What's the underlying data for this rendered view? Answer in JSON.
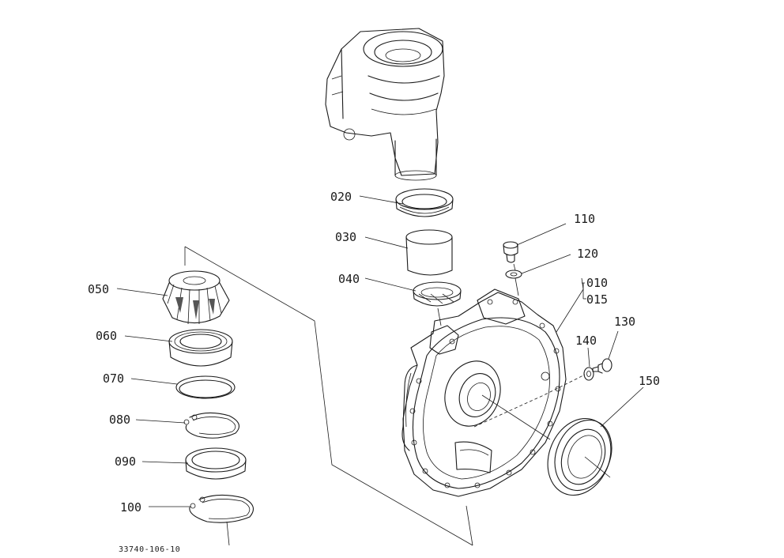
{
  "parts": [
    {
      "id": "p010",
      "label": "010"
    },
    {
      "id": "p015",
      "label": "015"
    },
    {
      "id": "p020",
      "label": "020"
    },
    {
      "id": "p030",
      "label": "030"
    },
    {
      "id": "p040",
      "label": "040"
    },
    {
      "id": "p050",
      "label": "050"
    },
    {
      "id": "p060",
      "label": "060"
    },
    {
      "id": "p070",
      "label": "070"
    },
    {
      "id": "p080",
      "label": "080"
    },
    {
      "id": "p090",
      "label": "090"
    },
    {
      "id": "p100",
      "label": "100"
    },
    {
      "id": "p110",
      "label": "110"
    },
    {
      "id": "p120",
      "label": "120"
    },
    {
      "id": "p130",
      "label": "130"
    },
    {
      "id": "p140",
      "label": "140"
    },
    {
      "id": "p150",
      "label": "150"
    }
  ],
  "caption": "33740-106-10"
}
